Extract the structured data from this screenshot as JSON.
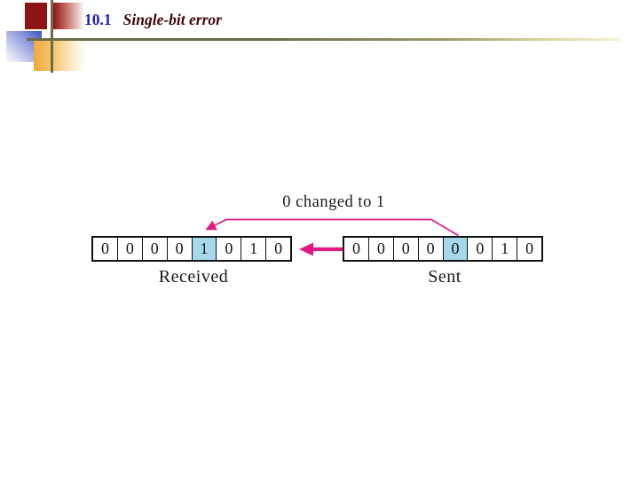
{
  "header": {
    "section_number": "10.1",
    "title": "Single-bit error",
    "number_color": "#2020BB",
    "title_color": "#420808"
  },
  "decor": {
    "dark_red_square": "#8C1414",
    "olive_line": "#6C6C46",
    "blue_square_accent": "#3D50BE",
    "orange_square_accent": "#F0A83E"
  },
  "diagram": {
    "caption": "0 changed to 1",
    "received": {
      "label": "Received",
      "bits": [
        "0",
        "0",
        "0",
        "0",
        "1",
        "0",
        "1",
        "0"
      ],
      "highlight_index": 4
    },
    "sent": {
      "label": "Sent",
      "bits": [
        "0",
        "0",
        "0",
        "0",
        "0",
        "0",
        "1",
        "0"
      ],
      "highlight_index": 4
    },
    "colors": {
      "arrow_pink": "#E31A85",
      "bit_highlight": "#A5D8E8",
      "cell_border": "#111111"
    }
  }
}
